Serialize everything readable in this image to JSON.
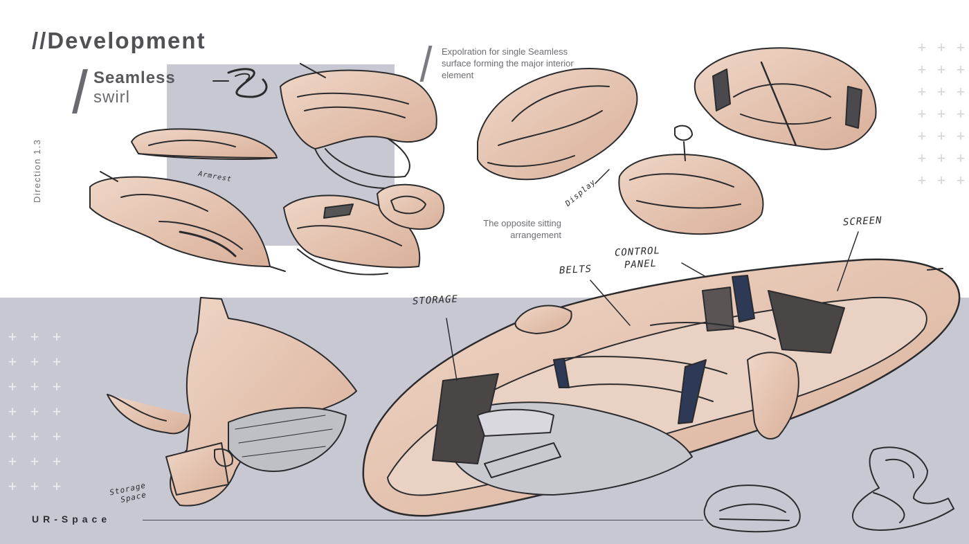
{
  "header": {
    "title": "//Development",
    "subtitle_bold": "Seamless",
    "subtitle_light": "swirl",
    "side_label": "Direction 1.3"
  },
  "notes": {
    "exploration": "Expolration for single Seamless surface forming the major interior element",
    "sitting": "The opposite sitting arrangement"
  },
  "annotations": {
    "screen": "SCREEN",
    "control_panel_line1": "CONTROL",
    "control_panel_line2": "PANEL",
    "belts": "BELTS",
    "storage": "STORAGE",
    "storage_space_line1": "Storage",
    "storage_space_line2": "Space",
    "display": "Display",
    "armrest": "Armrest"
  },
  "footer": {
    "brand": "UR-Space"
  },
  "colors": {
    "band": "#c8c8d2",
    "skin": "#e8c9b6",
    "pencil": "#2b2b2e",
    "belt": "#2e3a55"
  }
}
